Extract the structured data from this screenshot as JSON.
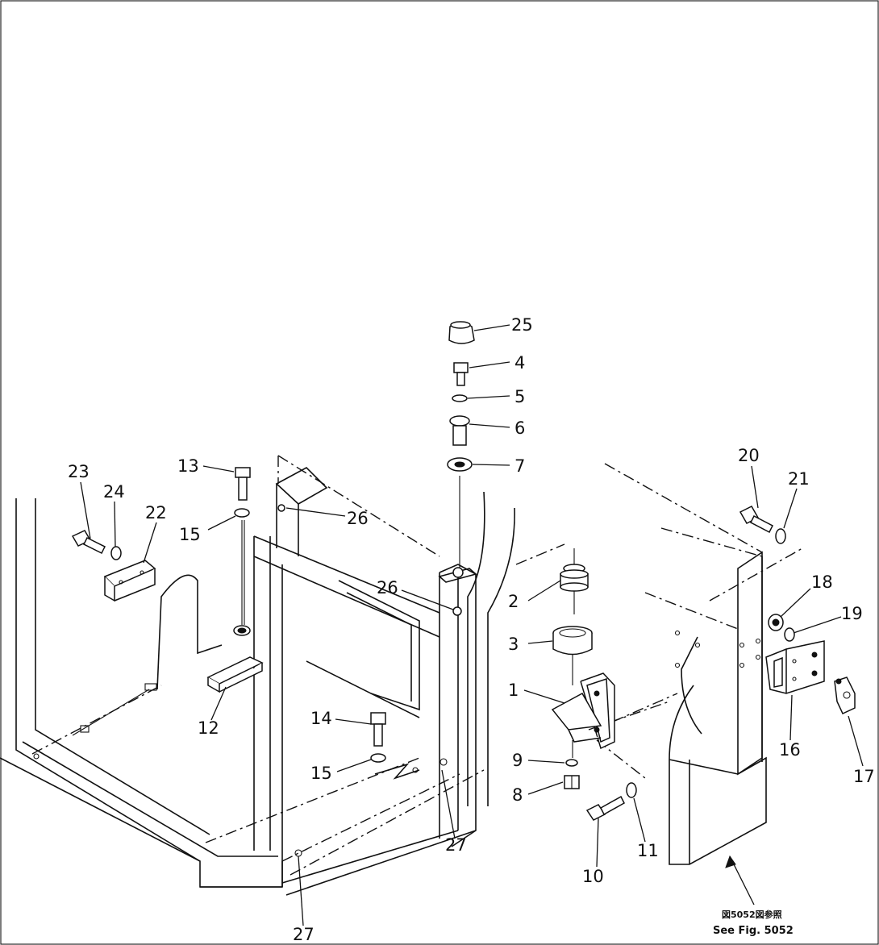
{
  "callouts": [
    {
      "id": "25",
      "text": "25"
    },
    {
      "id": "4",
      "text": "4"
    },
    {
      "id": "5",
      "text": "5"
    },
    {
      "id": "6",
      "text": "6"
    },
    {
      "id": "7",
      "text": "7"
    },
    {
      "id": "13",
      "text": "13"
    },
    {
      "id": "15a",
      "text": "15"
    },
    {
      "id": "26a",
      "text": "26"
    },
    {
      "id": "23",
      "text": "23"
    },
    {
      "id": "24",
      "text": "24"
    },
    {
      "id": "22",
      "text": "22"
    },
    {
      "id": "26b",
      "text": "26"
    },
    {
      "id": "2",
      "text": "2"
    },
    {
      "id": "3",
      "text": "3"
    },
    {
      "id": "1",
      "text": "1"
    },
    {
      "id": "12",
      "text": "12"
    },
    {
      "id": "14",
      "text": "14"
    },
    {
      "id": "15b",
      "text": "15"
    },
    {
      "id": "9",
      "text": "9"
    },
    {
      "id": "8",
      "text": "8"
    },
    {
      "id": "27a",
      "text": "27"
    },
    {
      "id": "27b",
      "text": "27"
    },
    {
      "id": "10",
      "text": "10"
    },
    {
      "id": "11",
      "text": "11"
    },
    {
      "id": "20",
      "text": "20"
    },
    {
      "id": "21",
      "text": "21"
    },
    {
      "id": "18",
      "text": "18"
    },
    {
      "id": "19",
      "text": "19"
    },
    {
      "id": "16",
      "text": "16"
    },
    {
      "id": "17",
      "text": "17"
    }
  ],
  "reference_note": {
    "japanese": "図5052図参照",
    "english": "See Fig. 5052"
  }
}
